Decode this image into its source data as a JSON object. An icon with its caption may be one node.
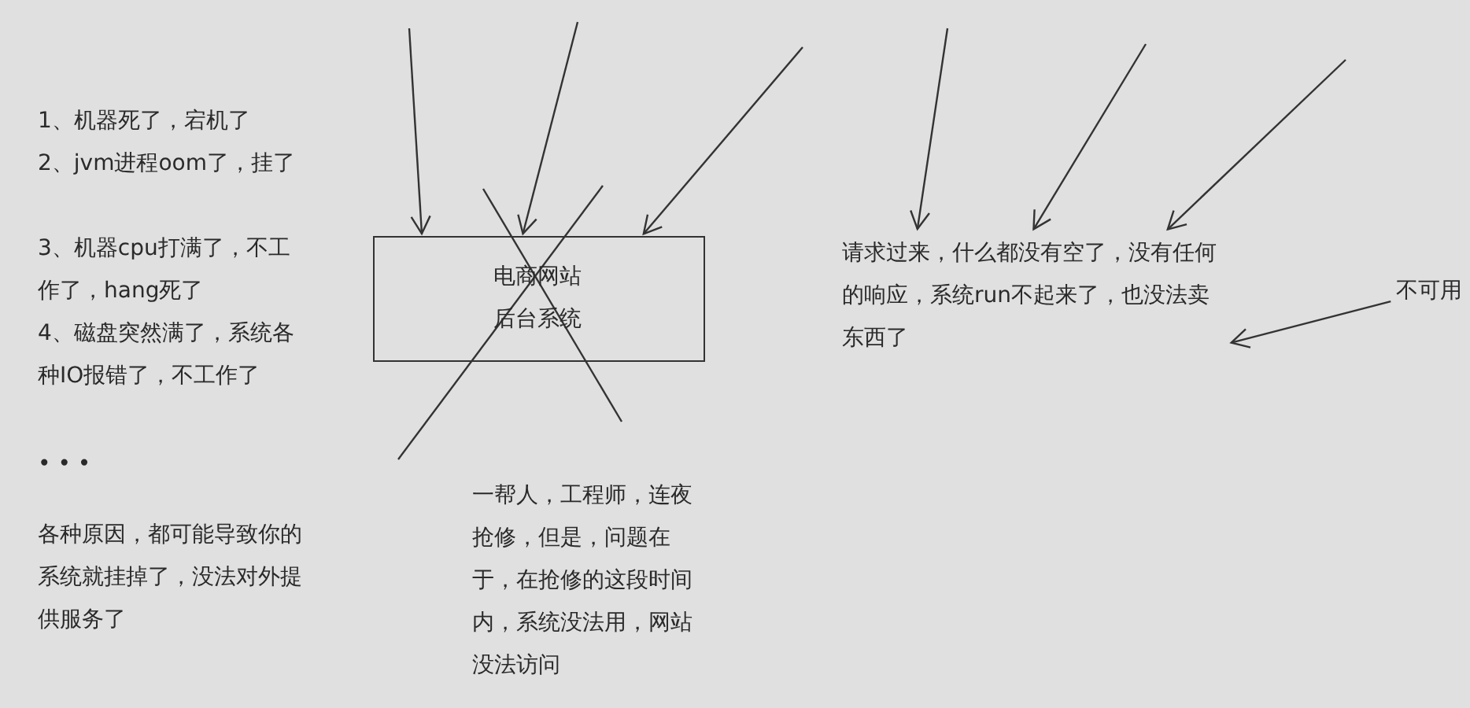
{
  "diagram": {
    "nodes": [
      {
        "text": [
          "电商网站后台系统"
        ]
      },
      {
        "text": [
          "请求过来，什么都没有空了，没有任何的响应，系统run不起来了，也没法卖东西了"
        ]
      },
      {
        "text": [
          "不可用"
        ]
      }
    ],
    "edges": [
      {
        "from": null,
        "to": 0,
        "arrow": "to"
      },
      {
        "from": null,
        "to": 0,
        "arrow": "to"
      },
      {
        "from": null,
        "to": 0,
        "arrow": "to"
      },
      {
        "from": null,
        "to": 1,
        "arrow": "to"
      },
      {
        "from": null,
        "to": 1,
        "arrow": "to"
      },
      {
        "from": null,
        "to": 1,
        "arrow": "to"
      },
      {
        "from": 2,
        "to": 1,
        "arrow": "to"
      }
    ],
    "labels": [
      "1、机器死了，宕机了",
      "2、jvm进程oom了，挂了",
      "3、机器cpu打满了，不工作了，hang死了",
      "4、磁盘突然满了，系统各种IO报错了，不工作了",
      "• • •",
      "各种原因，都可能导致你的系统就挂掉了，没法对外提供服务了",
      "一帮人，工程师，连夜抢修，但是，问题在于，在抢修的这段时间内，系统没法用，网站没法访问"
    ]
  }
}
